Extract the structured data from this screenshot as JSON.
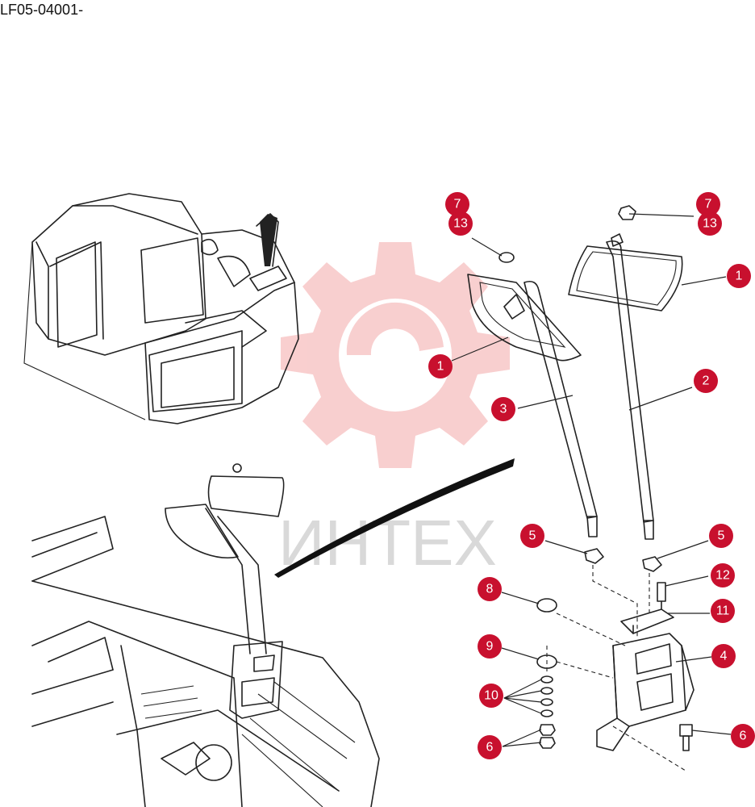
{
  "doc_code": "LF05-04001-",
  "watermark": {
    "text": "ИНТЕХ",
    "color": "#f4b0b0"
  },
  "badge_color": "#c8102e",
  "callouts": [
    "1",
    "1",
    "2",
    "3",
    "4",
    "5",
    "5",
    "6",
    "6",
    "7",
    "7",
    "8",
    "9",
    "10",
    "11",
    "12",
    "13",
    "13"
  ]
}
